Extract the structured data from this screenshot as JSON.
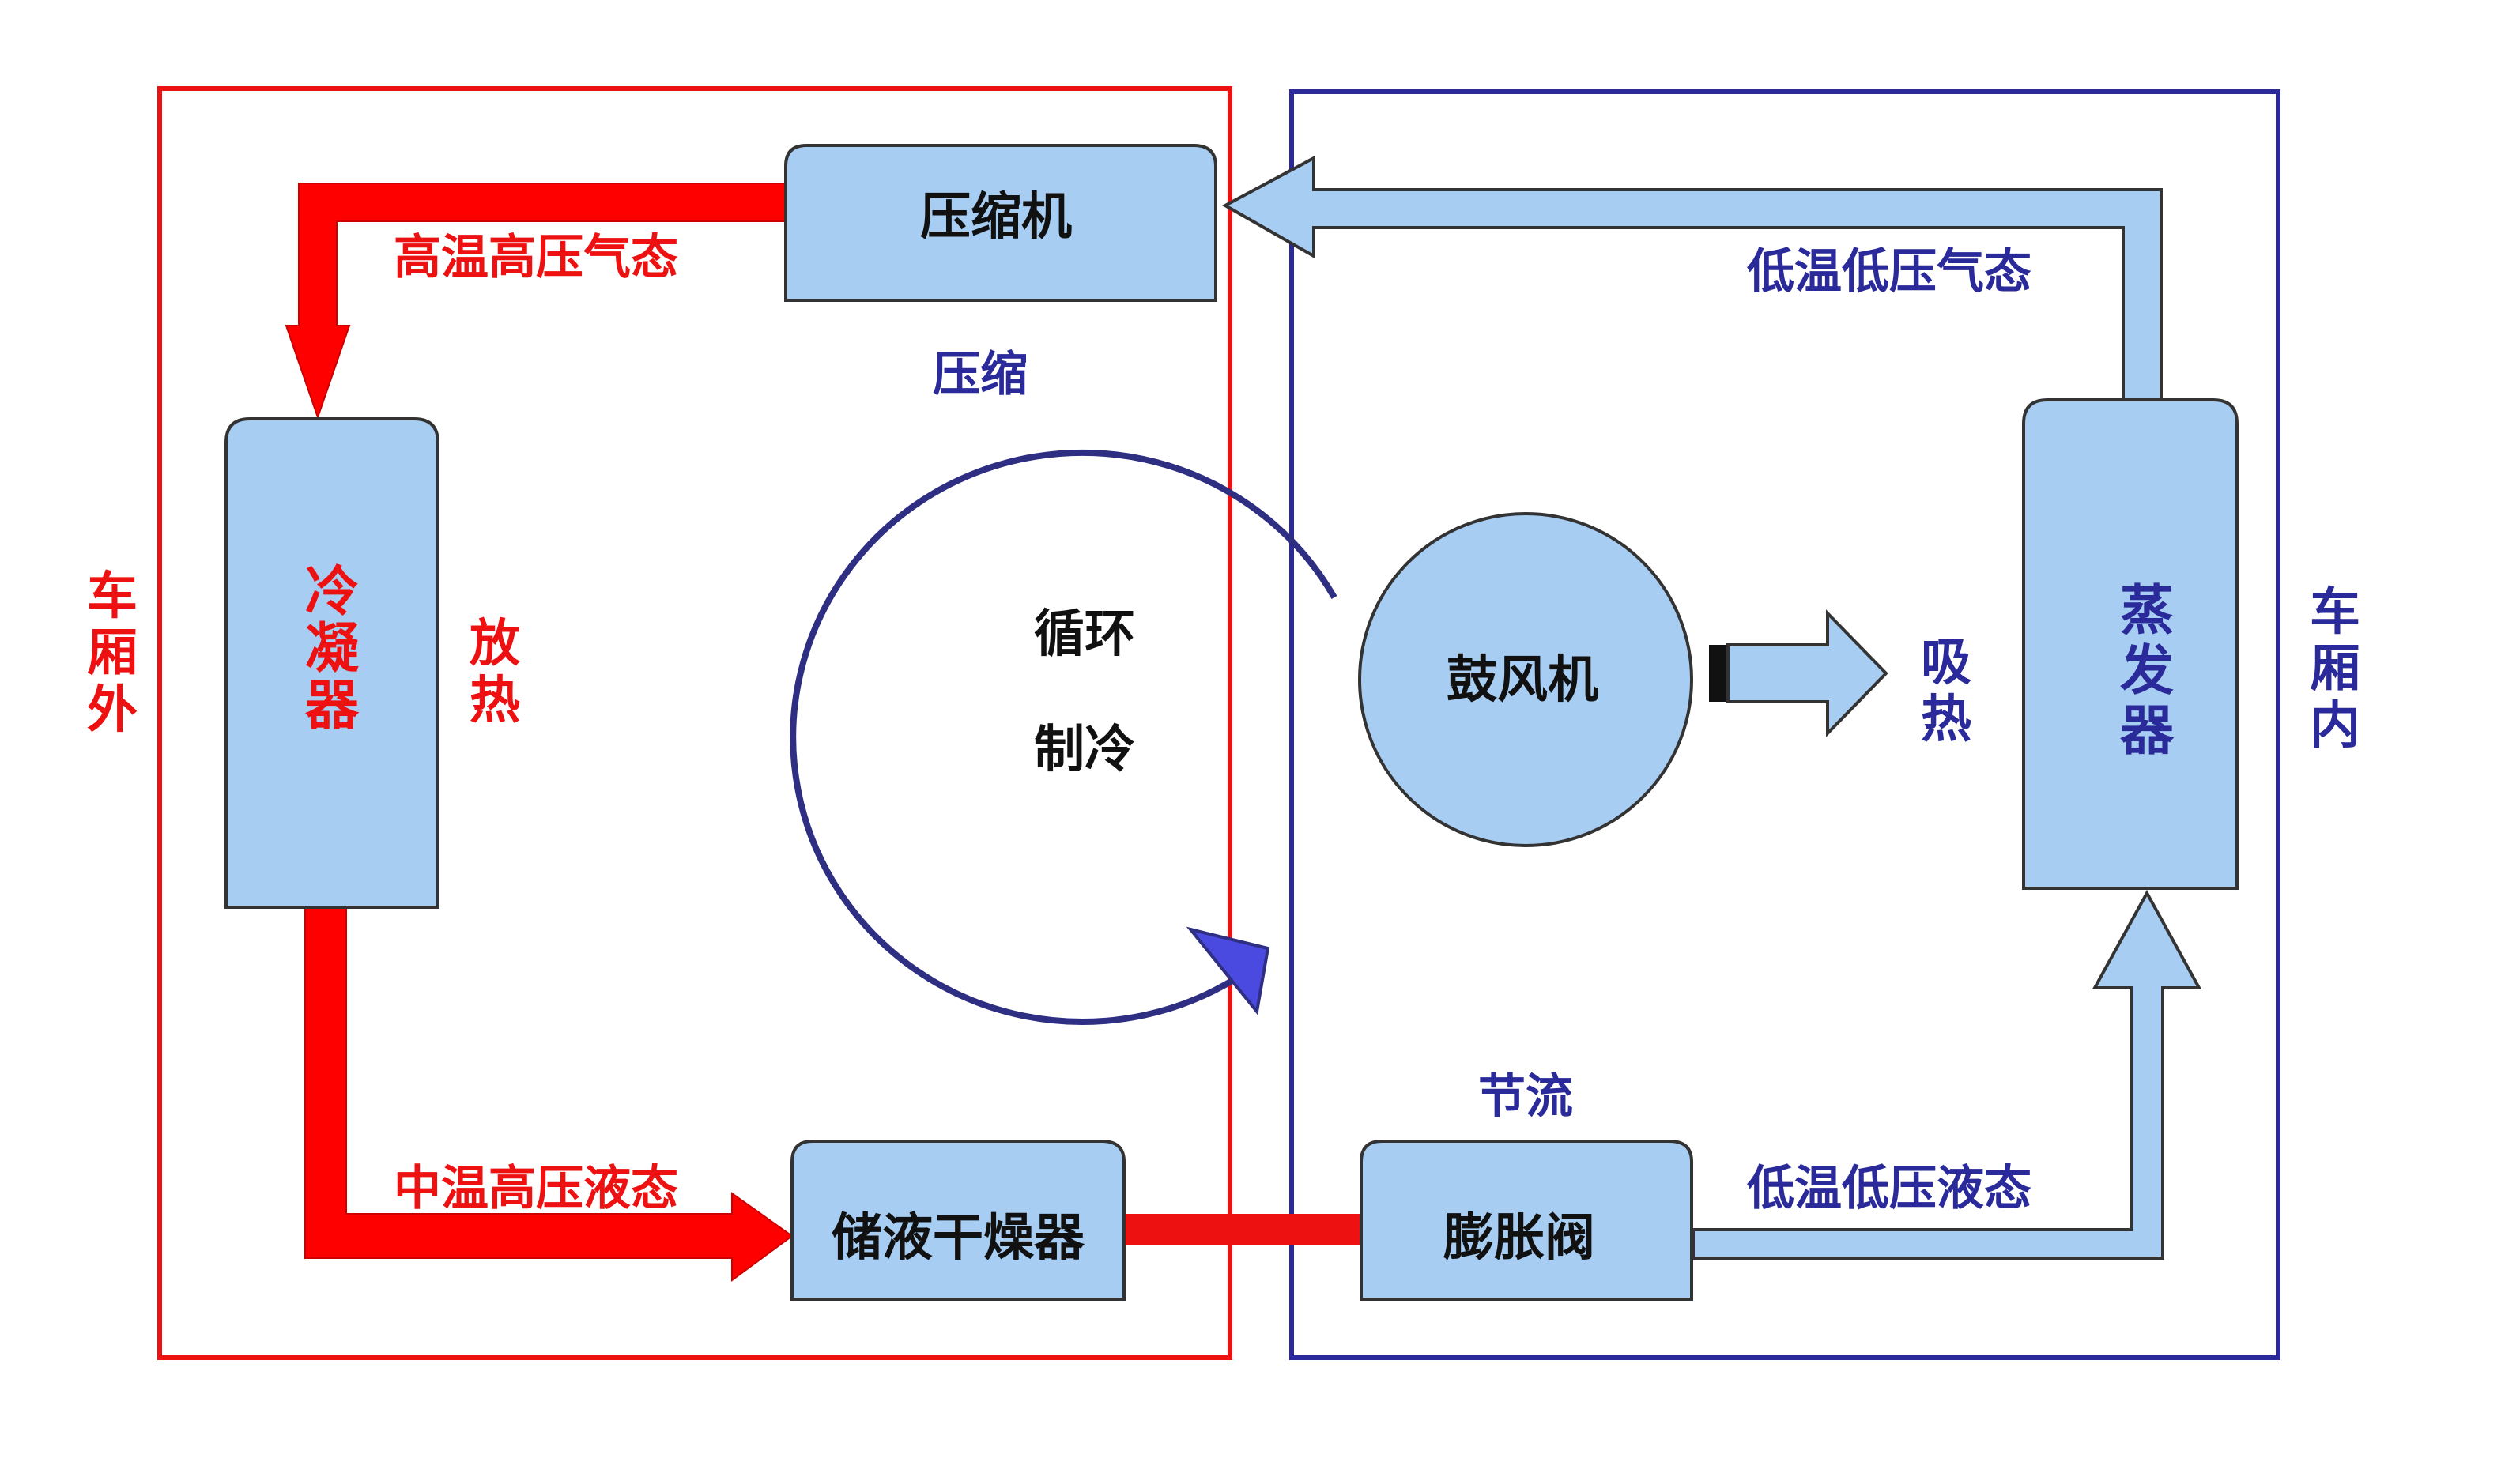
{
  "zones": {
    "outside": {
      "label": "车厢外",
      "color": "#ee1111"
    },
    "inside": {
      "label": "车厢内",
      "color": "#2a2a9a"
    }
  },
  "components": {
    "compressor": "压缩机",
    "condenser": "冷凝器",
    "receiver_drier": "储液干燥器",
    "expansion_valve": "膨胀阀",
    "evaporator": "蒸发器",
    "blower": "鼓风机"
  },
  "states": {
    "high_temp_high_pressure_gas": "高温高压气态",
    "mid_temp_high_pressure_liquid": "中温高压液态",
    "low_temp_low_pressure_liquid": "低温低压液态",
    "low_temp_low_pressure_gas": "低温低压气态"
  },
  "processes": {
    "compression": "压缩",
    "heat_release": "放热",
    "throttling": "节流",
    "heat_absorption": "吸热"
  },
  "cycle": {
    "line1": "循环",
    "line2": "制冷"
  },
  "colors": {
    "hot_line": "#ff0000",
    "cold_line": "#a8cdf2",
    "component_fill": "#a8cdf2",
    "component_stroke": "#333333",
    "cycle_arrow": "#2e2e82",
    "cycle_head": "#4a4ae0"
  }
}
